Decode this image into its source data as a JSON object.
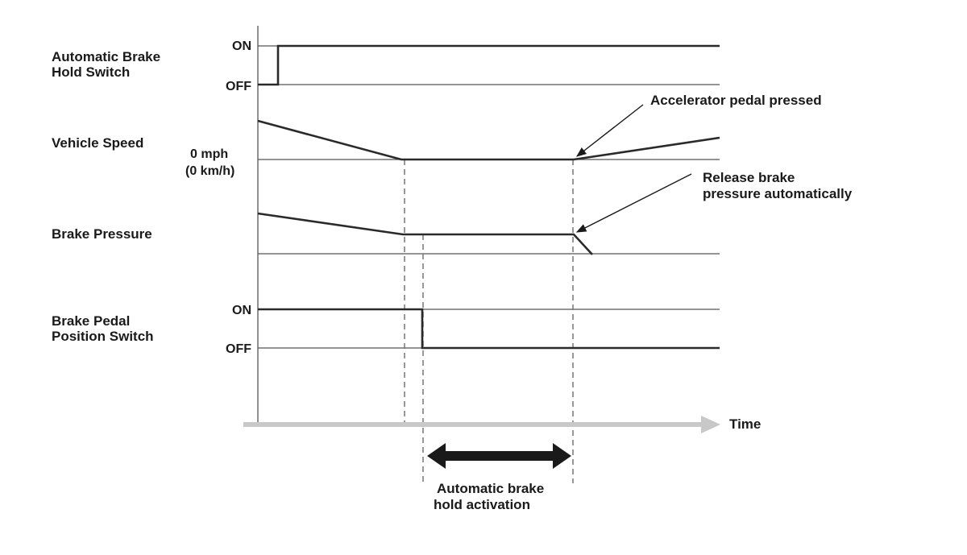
{
  "signals": {
    "hold_switch": {
      "label_line1": "Automatic Brake",
      "label_line2": "Hold Switch",
      "on": "ON",
      "off": "OFF"
    },
    "vehicle_speed": {
      "label": "Vehicle Speed",
      "zero_line1": "0 mph",
      "zero_line2": "(0 km/h)"
    },
    "brake_pressure": {
      "label": "Brake Pressure"
    },
    "pedal_switch": {
      "label_line1": "Brake Pedal",
      "label_line2": "Position Switch",
      "on": "ON",
      "off": "OFF"
    }
  },
  "axis": {
    "time_label": "Time"
  },
  "annotations": {
    "accelerator": "Accelerator pedal pressed",
    "release_line1": "Release brake",
    "release_line2": "pressure automatically",
    "activation_line1": "Automatic brake",
    "activation_line2": "hold activation"
  }
}
